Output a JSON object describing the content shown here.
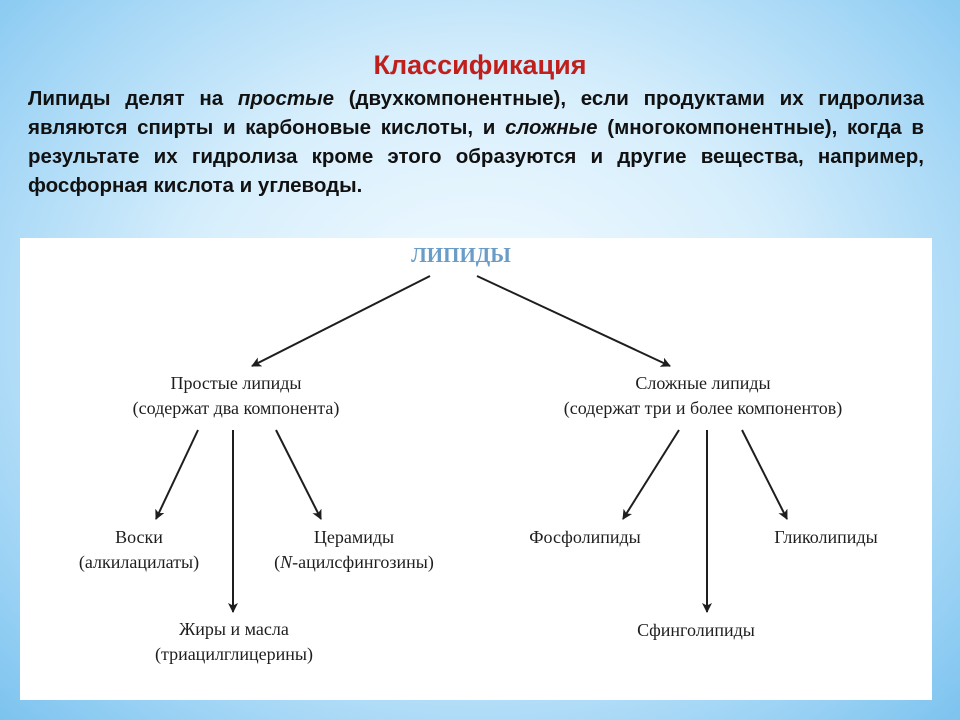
{
  "header": {
    "title": "Классификация"
  },
  "paragraph": {
    "t1": "Липиды делят на ",
    "simple": "простые",
    "t2": " (двухкомпонентные), если продуктами их гидролиза являются спирты и карбоновые кислоты, и ",
    "complex": "сложные",
    "t3": " (многокомпонентные), когда в результате их гидролиза кроме этого образуются и другие вещества, например, фосфорная кислота и углеводы."
  },
  "diagram": {
    "root": "ЛИПИДЫ",
    "simple": {
      "line1": "Простые липиды",
      "line2": "(содержат два компонента)"
    },
    "complex": {
      "line1": "Сложные липиды",
      "line2": "(содержат три и более компонентов)"
    },
    "waxes": {
      "line1": "Воски",
      "line2": "(алкилацилаты)"
    },
    "fats": {
      "line1": "Жиры и масла",
      "line2": "(триацилглицерины)"
    },
    "ceramides": {
      "line1": "Церамиды",
      "line2_prefix": "(",
      "line2_italic": "N",
      "line2_rest": "-ацилсфингозины)"
    },
    "phospholipids": "Фосфолипиды",
    "sphingolipids": "Сфинголипиды",
    "glycolipids": "Гликолипиды",
    "colors": {
      "root": "#6a9cc8",
      "line": "#1e1e1e"
    }
  }
}
